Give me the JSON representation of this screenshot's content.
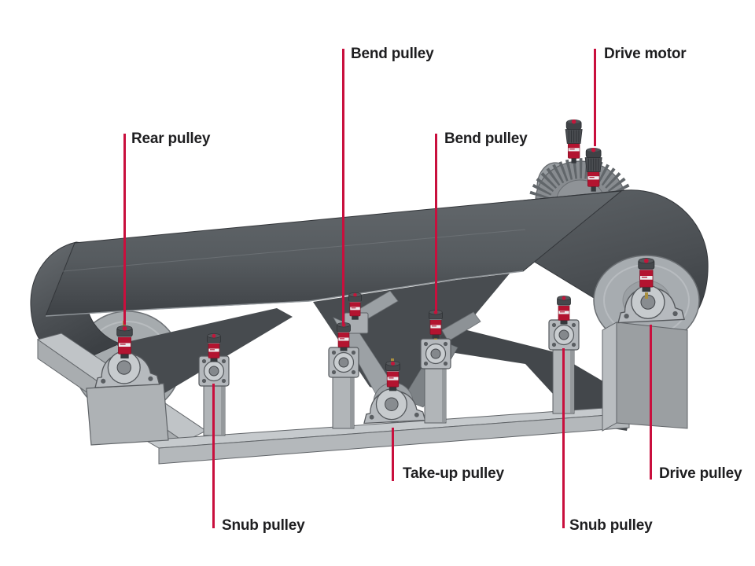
{
  "meta": {
    "subject": "Belt conveyor technical illustration with labeled lubrication points",
    "background": "#ffffff",
    "accent_red": "#C90F3D",
    "text_color": "#1e1e20",
    "lubricator_red": "#B31430",
    "belt_gray": "#565B5F",
    "frame_gray": "#B4B8BB"
  },
  "diagram": {
    "type": "labeled-technical-illustration",
    "labels": [
      {
        "id": "bend-pulley-top",
        "text": "Bend pulley"
      },
      {
        "id": "drive-motor",
        "text": "Drive motor"
      },
      {
        "id": "rear-pulley",
        "text": "Rear pulley"
      },
      {
        "id": "bend-pulley-mid",
        "text": "Bend pulley"
      },
      {
        "id": "snub-pulley-left",
        "text": "Snub pulley"
      },
      {
        "id": "take-up-pulley",
        "text": "Take-up pulley"
      },
      {
        "id": "snub-pulley-right",
        "text": "Snub pulley"
      },
      {
        "id": "drive-pulley",
        "text": "Drive pulley"
      }
    ]
  }
}
